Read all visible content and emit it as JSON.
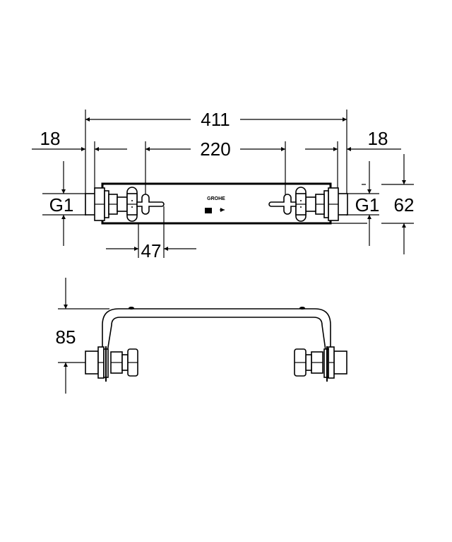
{
  "drawing": {
    "type": "technical-dimension-drawing",
    "subject": "mounting rail with G1 connections",
    "views": [
      "top-view",
      "side-view"
    ],
    "line_color": "#000000",
    "background": "#ffffff"
  },
  "top_view": {
    "dimensions": {
      "overall_length": "411",
      "left_offset": "18",
      "right_offset": "18",
      "hole_spacing": "220",
      "slot_offset": "47",
      "height": "62",
      "thread_left": "G1",
      "thread_right": "G1"
    },
    "brand_mark": "GROHE"
  },
  "side_view": {
    "dimensions": {
      "depth": "85"
    }
  }
}
